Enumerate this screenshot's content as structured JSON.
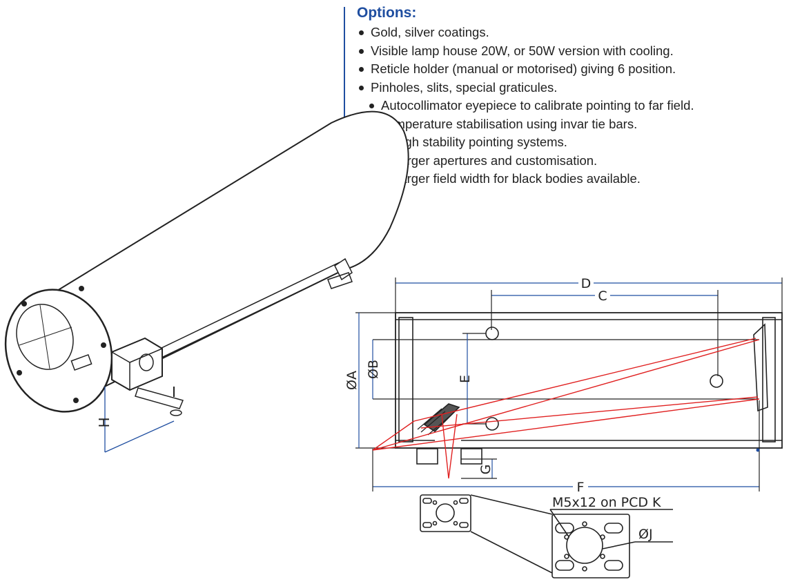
{
  "options": {
    "title": "Options:",
    "items": [
      "Gold, silver coatings.",
      "Visible lamp house 20W, or 50W version with cooling.",
      "Reticle holder (manual or motorised) giving 6 position.",
      "Pinholes, slits, special graticules.",
      "Autocollimator eyepiece to calibrate pointing to far field.",
      "Temperature stabilisation using invar tie bars.",
      "High stability pointing systems.",
      "Larger apertures and customisation.",
      "Larger field width for black bodies available."
    ]
  },
  "dimensions": {
    "D": "D",
    "C": "C",
    "A": "ØA",
    "B": "ØB",
    "E": "E",
    "F": "F",
    "G": "G",
    "H": "H",
    "J": "ØJ",
    "mount_callout": "M5x12 on PCD K"
  },
  "colors": {
    "accent": "#1f4ea0",
    "ray": "#e02020",
    "line": "#222222"
  }
}
